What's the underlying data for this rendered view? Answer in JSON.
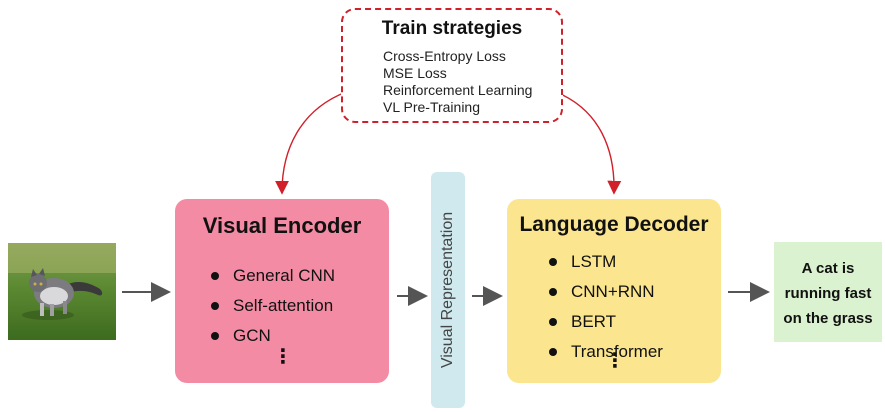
{
  "strategies": {
    "title": "Train strategies",
    "items": [
      "Cross-Entropy Loss",
      "MSE Loss",
      "Reinforcement Learning",
      "VL Pre-Training"
    ]
  },
  "encoder": {
    "title": "Visual Encoder",
    "items": [
      "General CNN",
      "Self-attention",
      "GCN"
    ],
    "more": "⋮"
  },
  "representation": {
    "label": "Visual Representation"
  },
  "decoder": {
    "title": "Language Decoder",
    "items": [
      "LSTM",
      "CNN+RNN",
      "BERT",
      "Transformer"
    ],
    "more": "⋮"
  },
  "output": {
    "lines": [
      "A cat is",
      "running fast",
      "on the grass"
    ]
  },
  "colors": {
    "encoder": "#f48ba4",
    "decoder": "#fbe58e",
    "representation": "#cfe9ee",
    "output": "#daf2cf",
    "strategy_border": "#d0202a",
    "arrow": "#555555"
  }
}
